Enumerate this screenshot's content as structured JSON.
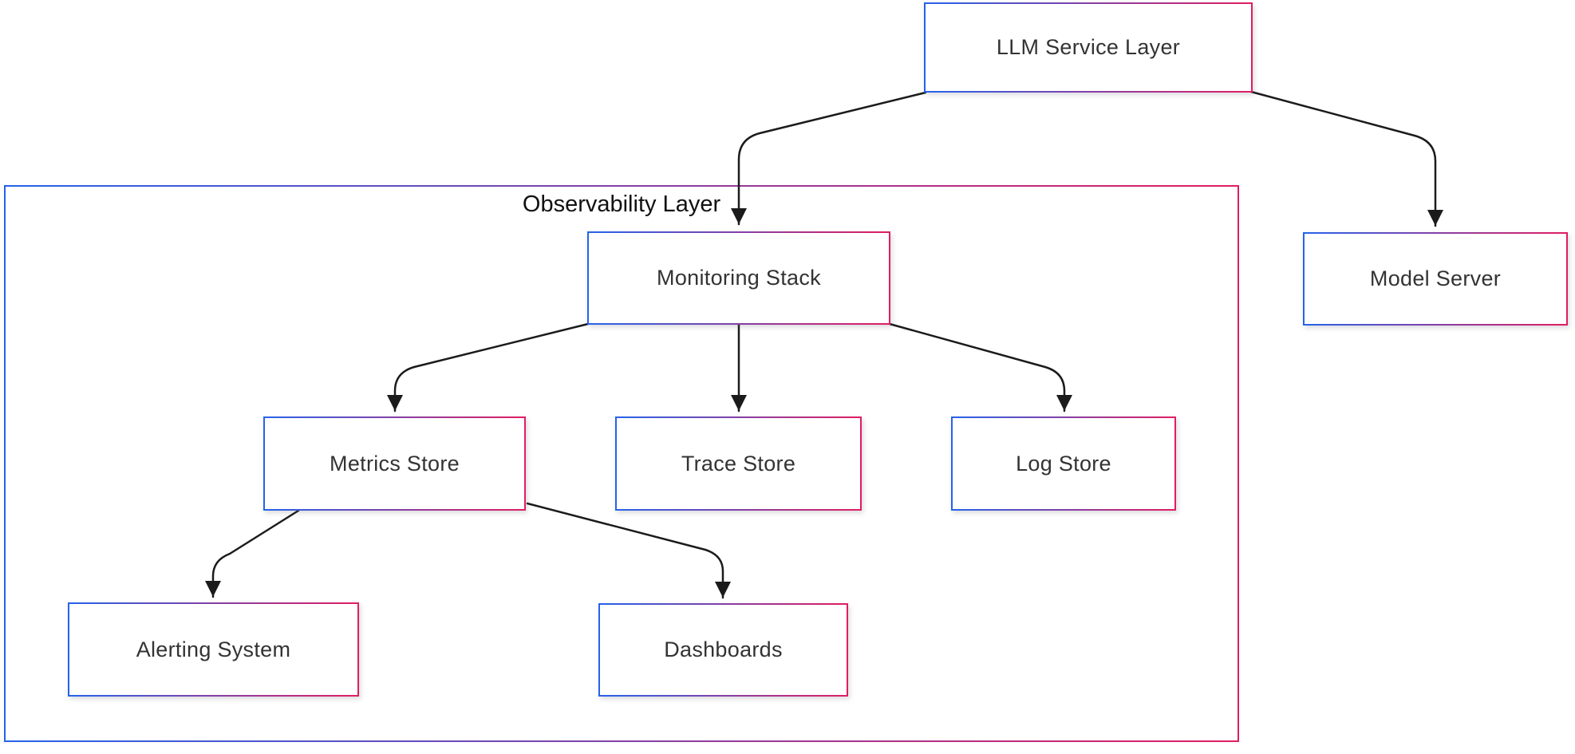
{
  "diagram": {
    "cluster": {
      "label": "Observability Layer"
    },
    "nodes": {
      "llm": {
        "label": "LLM Service Layer"
      },
      "monitoring": {
        "label": "Monitoring Stack"
      },
      "model": {
        "label": "Model Server"
      },
      "metrics": {
        "label": "Metrics Store"
      },
      "trace": {
        "label": "Trace Store"
      },
      "log": {
        "label": "Log Store"
      },
      "alerting": {
        "label": "Alerting System"
      },
      "dashboards": {
        "label": "Dashboards"
      }
    },
    "edges": [
      {
        "from": "LLM Service Layer",
        "to": "Monitoring Stack"
      },
      {
        "from": "LLM Service Layer",
        "to": "Model Server"
      },
      {
        "from": "Monitoring Stack",
        "to": "Metrics Store"
      },
      {
        "from": "Monitoring Stack",
        "to": "Trace Store"
      },
      {
        "from": "Monitoring Stack",
        "to": "Log Store"
      },
      {
        "from": "Metrics Store",
        "to": "Alerting System"
      },
      {
        "from": "Metrics Store",
        "to": "Dashboards"
      }
    ],
    "colors": {
      "border_gradient_start": "#2563eb",
      "border_gradient_end": "#e11d62",
      "edge_line": "#1b1b1b",
      "node_text": "#333333",
      "cluster_label_text": "#111111",
      "background": "#ffffff"
    }
  }
}
